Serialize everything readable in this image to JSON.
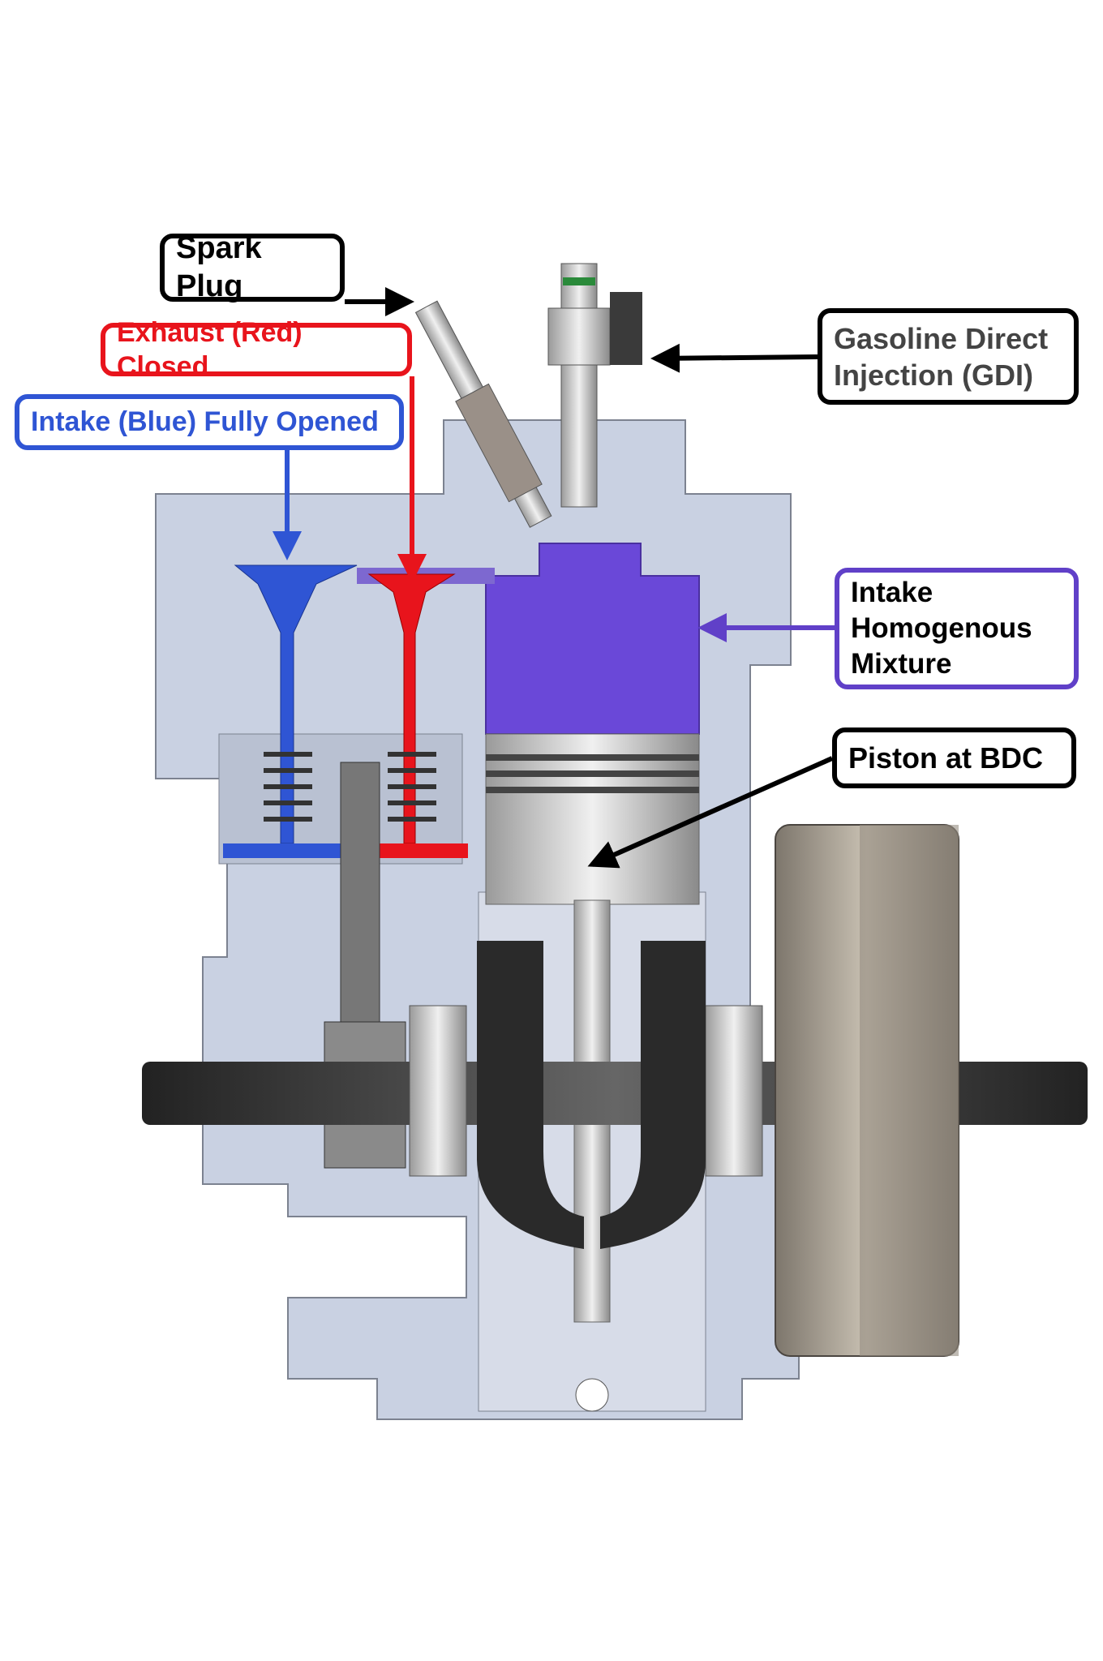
{
  "labels": {
    "spark_plug": "Spark Plug",
    "exhaust": "Exhaust (Red) Closed",
    "intake_valve": "Intake (Blue) Fully Opened",
    "gdi_line1": "Gasoline Direct",
    "gdi_line2": "Injection (GDI)",
    "mixture_line1": "Intake",
    "mixture_line2": "Homogenous",
    "mixture_line3": "Mixture",
    "piston": "Piston at BDC"
  },
  "colors": {
    "intake": "#2f55d4",
    "exhaust": "#e8141c",
    "mixture": "#6040c8",
    "block": "#c9d1e2",
    "outline": "#000000"
  }
}
